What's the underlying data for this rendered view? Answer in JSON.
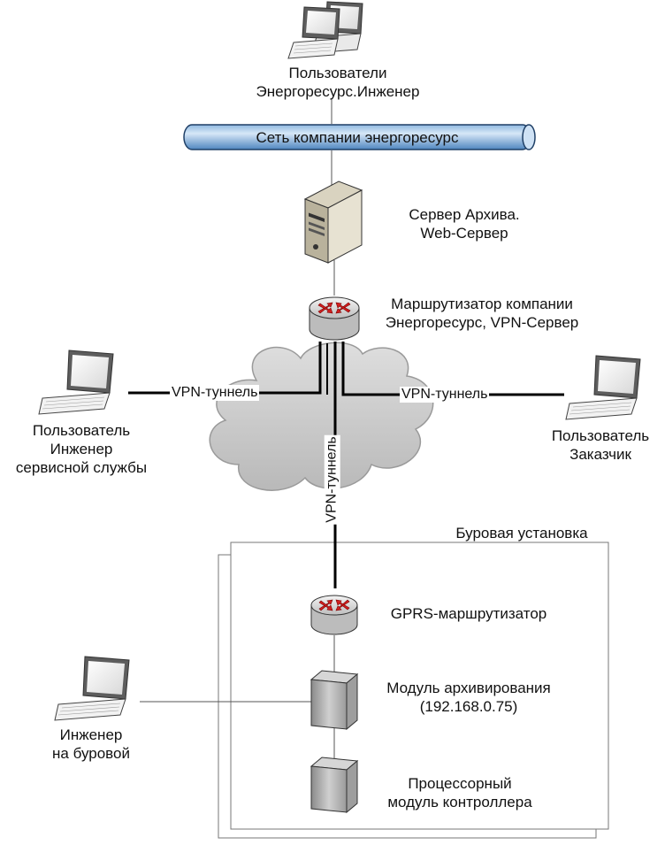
{
  "labels": {
    "users_top": [
      "Пользователи",
      "Энергоресурс.Инженер"
    ],
    "network": "Сеть компании энергоресурс",
    "archive_server": [
      "Сервер Архива.",
      "Web-Сервер"
    ],
    "company_router": [
      "Маршрутизатор компании",
      "Энергоресурс, VPN-Сервер"
    ],
    "tunnel_left": "VPN-туннель",
    "tunnel_right": "VPN-туннель",
    "tunnel_vertical": "VPN-туннель",
    "user_service": [
      "Пользователь",
      "Инженер",
      "сервисной службы"
    ],
    "user_customer": [
      "Пользователь",
      "Заказчик"
    ],
    "drilling_rig": "Буровая установка",
    "gprs_router": "GPRS-маршрутизатор",
    "archive_module": [
      "Модуль архивирования",
      "(192.168.0.75)"
    ],
    "rig_engineer": [
      "Инженер",
      "на буровой"
    ],
    "cpu_module": [
      "Процессорный",
      "модуль контроллера"
    ]
  }
}
